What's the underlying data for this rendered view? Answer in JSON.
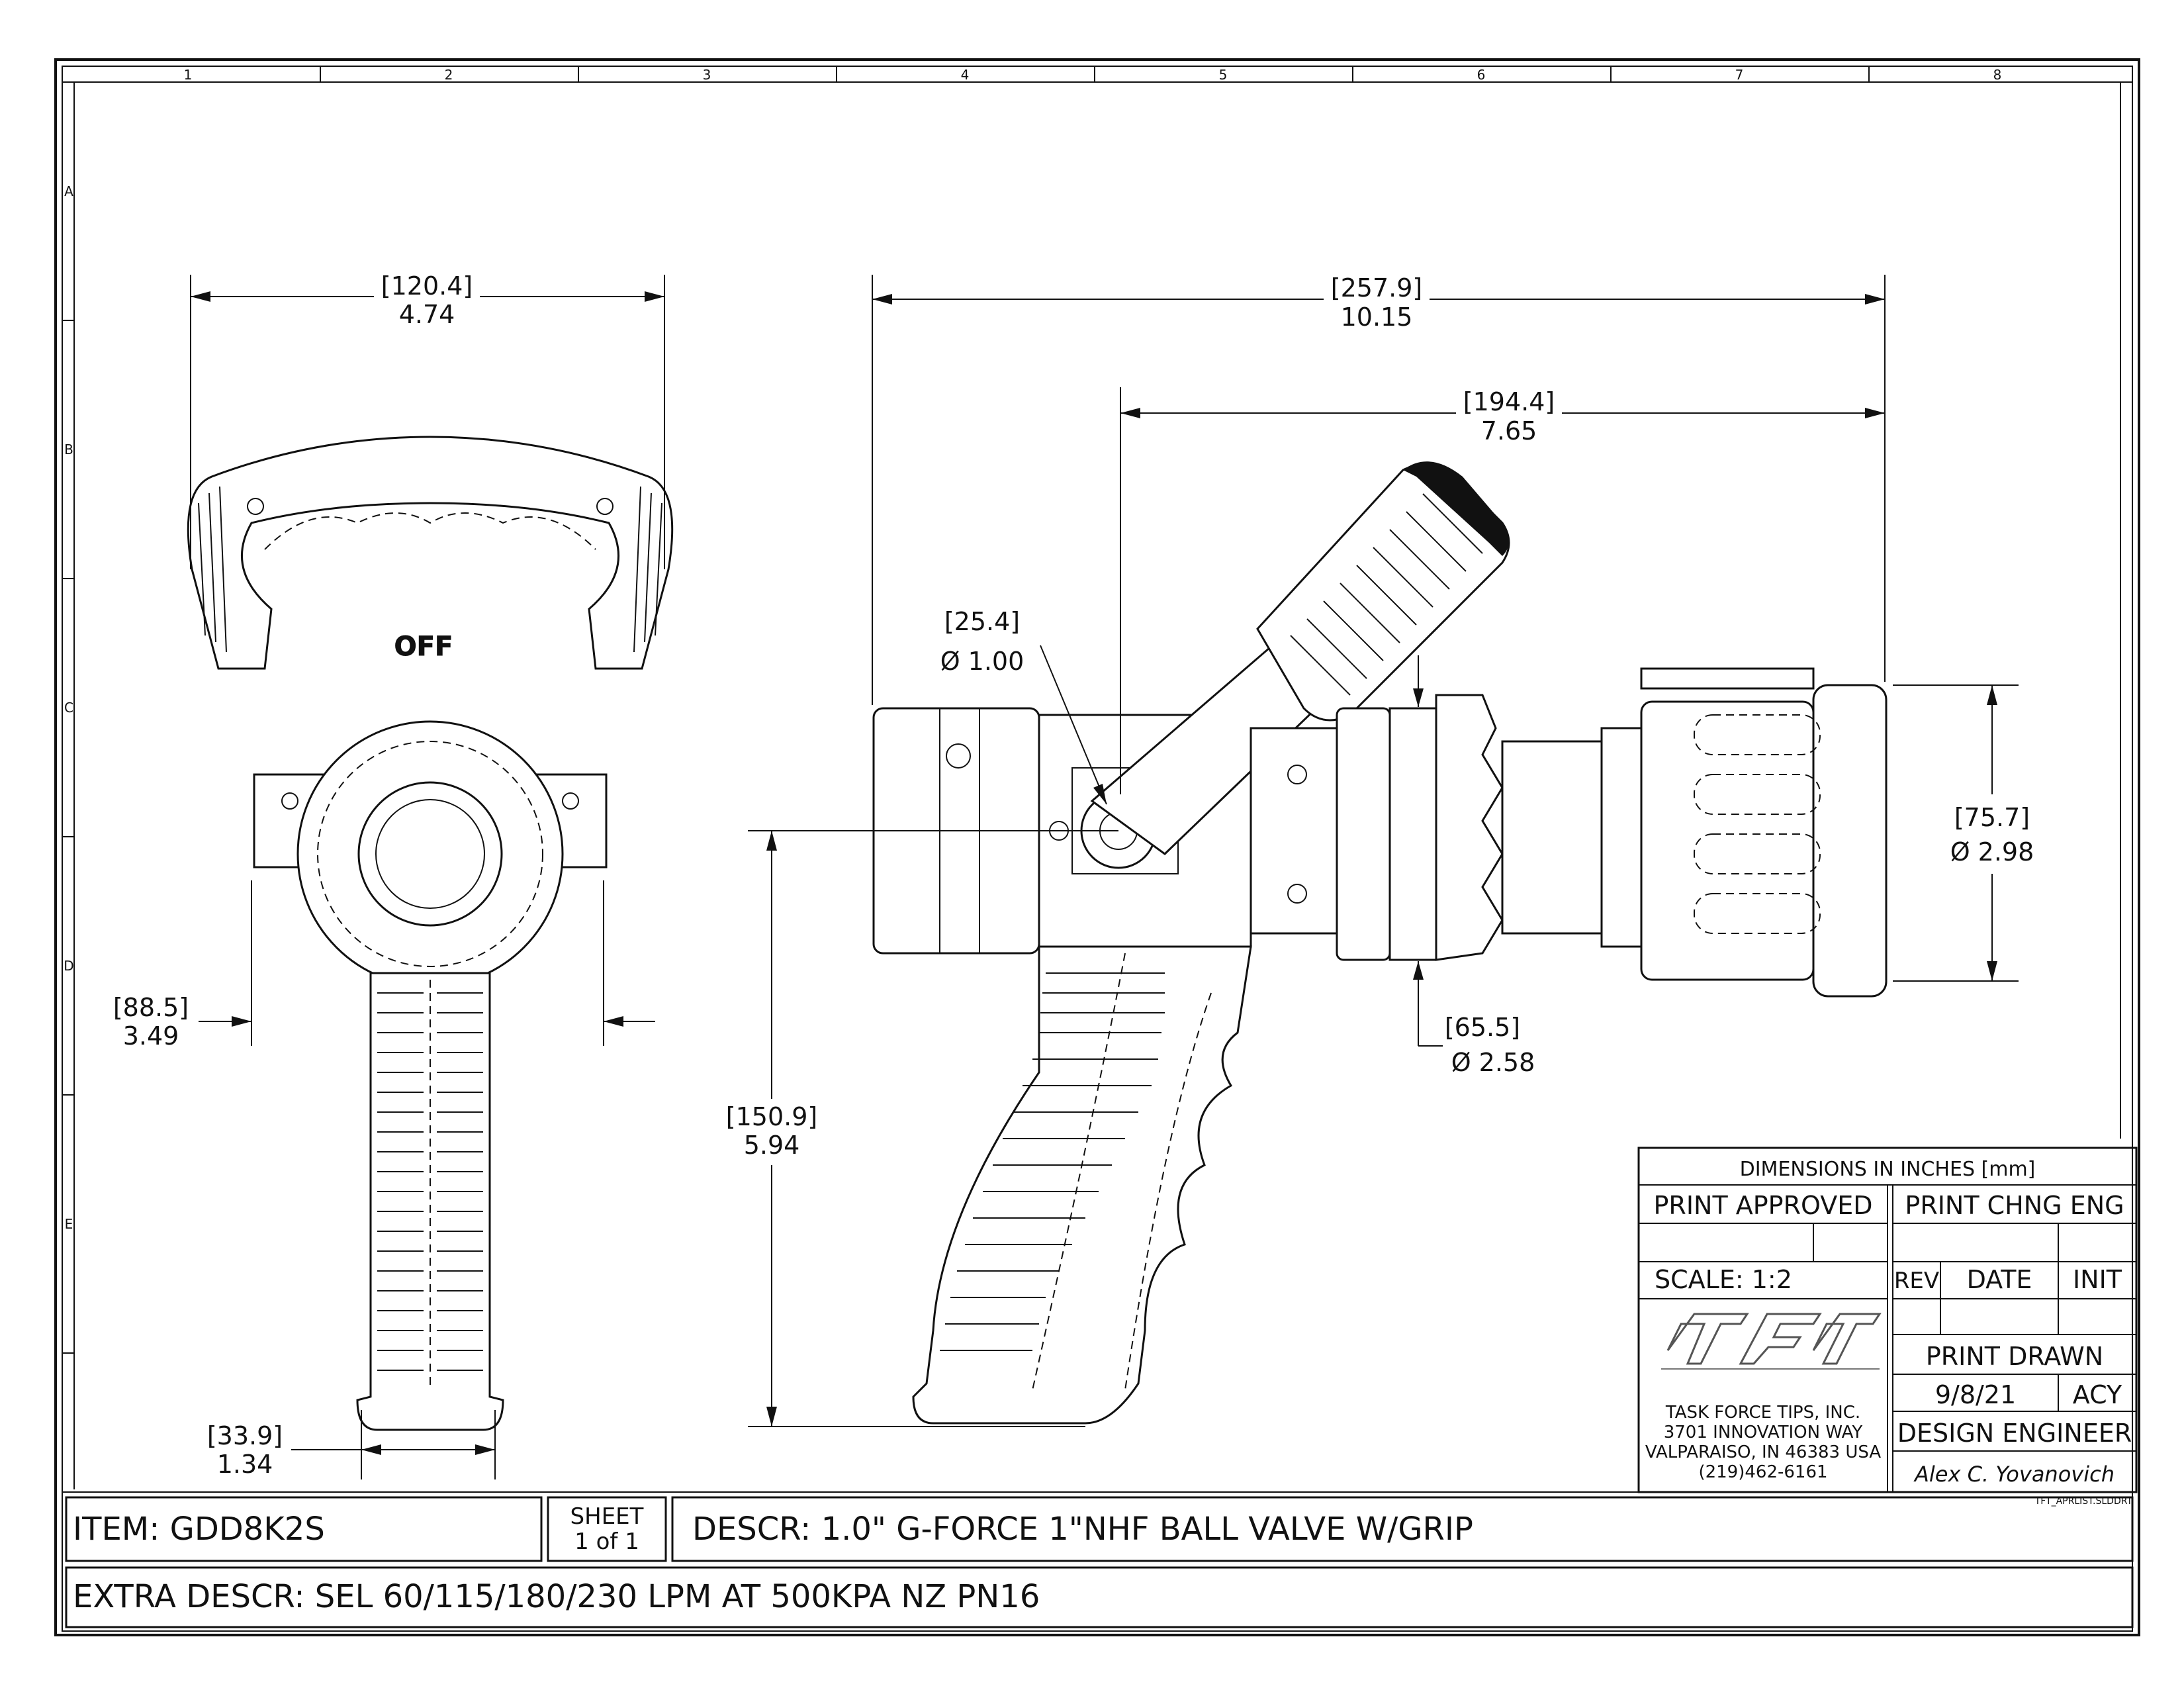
{
  "zone_columns": [
    "1",
    "2",
    "3",
    "4",
    "5",
    "6",
    "7",
    "8"
  ],
  "zone_rows": [
    "A",
    "B",
    "C",
    "D",
    "E"
  ],
  "dimensions": {
    "front_width": {
      "mm": "[120.4]",
      "in": "4.74"
    },
    "front_body": {
      "mm": "[88.5]",
      "in": "3.49"
    },
    "front_grip": {
      "mm": "[33.9]",
      "in": "1.34"
    },
    "overall_length": {
      "mm": "[257.9]",
      "in": "10.15"
    },
    "handle_length": {
      "mm": "[194.4]",
      "in": "7.65"
    },
    "pivot_dia": {
      "mm": "[25.4]",
      "in": "Ø 1.00"
    },
    "grip_height": {
      "mm": "[150.9]",
      "in": "5.94"
    },
    "thread_dia": {
      "mm": "[65.5]",
      "in": "Ø 2.58"
    },
    "coupling_dia": {
      "mm": "[75.7]",
      "in": "Ø 2.98"
    }
  },
  "off_label": "OFF",
  "title_block": {
    "units": "DIMENSIONS IN INCHES [mm]",
    "print_approved": "PRINT APPROVED",
    "print_chng_eng": "PRINT CHNG ENG",
    "scale": "SCALE: 1:2",
    "rev": "REV",
    "date": "DATE",
    "init": "INIT",
    "print_drawn": "PRINT DRAWN",
    "drawn_date": "9/8/21",
    "drawn_init": "ACY",
    "design_engineer": "DESIGN ENGINEER",
    "engineer_signature": "Alex C. Yovanovich",
    "company": "TASK FORCE TIPS, INC.",
    "address1": "3701 INNOVATION WAY",
    "address2": "VALPARAISO, IN 46383 USA",
    "phone": "(219)462-6161",
    "logo_text": "TFT",
    "file_name": "TFT_APRLIST.SLDDRT"
  },
  "item": "ITEM:  GDD8K2S",
  "sheet_label": "SHEET",
  "sheet_value": "1 of 1",
  "descr": "DESCR:  1.0\" G-FORCE 1\"NHF BALL VALVE W/GRIP",
  "extra_descr": "EXTRA DESCR:   SEL 60/115/180/230 LPM AT 500KPA NZ PN16"
}
